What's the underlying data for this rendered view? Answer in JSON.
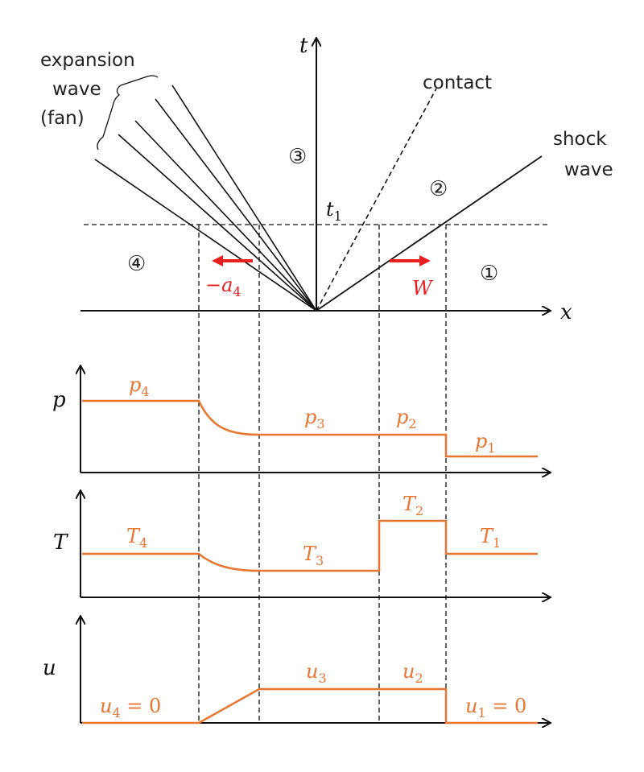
{
  "colors": {
    "curve": "#e87530",
    "arrow": "#e81f1f",
    "ink": "#111111"
  },
  "xt_diagram": {
    "t_axis_label": "t",
    "x_axis_label": "x",
    "expansion_label": [
      "expansion",
      "wave",
      "(fan)"
    ],
    "contact_label": "contact",
    "shock_label": [
      "shock",
      "wave"
    ],
    "time_label": "t",
    "time_label_sub": "1",
    "regions": [
      "③",
      "②",
      "④",
      "①"
    ],
    "left_arrow_label": "−a",
    "left_arrow_sub": "4",
    "right_arrow_label": "W"
  },
  "plots": {
    "pressure": {
      "axis_label": "p",
      "values": [
        {
          "base": "p",
          "sub": "4"
        },
        {
          "base": "p",
          "sub": "3"
        },
        {
          "base": "p",
          "sub": "2"
        },
        {
          "base": "p",
          "sub": "1"
        }
      ]
    },
    "temperature": {
      "axis_label": "T",
      "values": [
        {
          "base": "T",
          "sub": "4"
        },
        {
          "base": "T",
          "sub": "3"
        },
        {
          "base": "T",
          "sub": "2"
        },
        {
          "base": "T",
          "sub": "1"
        }
      ]
    },
    "velocity": {
      "axis_label": "u",
      "values": [
        {
          "base": "u",
          "sub": "4",
          "suffix": " = 0"
        },
        {
          "base": "u",
          "sub": "3",
          "suffix": ""
        },
        {
          "base": "u",
          "sub": "2",
          "suffix": ""
        },
        {
          "base": "u",
          "sub": "1",
          "suffix": " = 0"
        }
      ]
    }
  }
}
